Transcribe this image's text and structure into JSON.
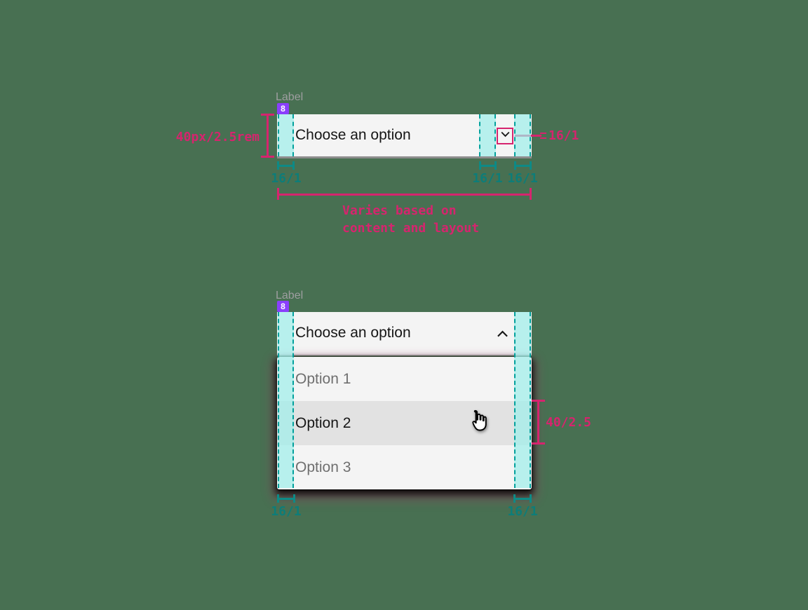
{
  "colors": {
    "background": "#487052",
    "magenta_annotation": "#d6246e",
    "teal_annotation": "#0d8a86",
    "teal_fill": "rgba(160,238,234,0.72)",
    "purple_badge": "#8a3ffc",
    "field_background": "#f4f4f4",
    "field_underline": "#8d8d8d",
    "text_primary": "#161616",
    "text_option": "#6f6f6f",
    "label_gray": "#9e9ea0",
    "selected_row_background": "#e2e2e2"
  },
  "icons": {
    "closed_field_icon": "chevron-down",
    "open_field_icon": "chevron-up",
    "pointer": "hand-cursor"
  },
  "closed_dropdown": {
    "label": "Label",
    "spacing_badge": "8",
    "value": "Choose an option",
    "height_annotation": "40px/2.5rem",
    "chevron_size_annotation": "16/1",
    "left_padding_annotation": "16/1",
    "icon_gap_annotation": "16/1",
    "right_padding_annotation": "16/1",
    "width_annotation_line1": "Varies based on",
    "width_annotation_line2": "content and layout"
  },
  "open_dropdown": {
    "label": "Label",
    "spacing_badge": "8",
    "value": "Choose an option",
    "options": [
      "Option 1",
      "Option 2",
      "Option 3"
    ],
    "selected_option": "Option 2",
    "row_height_annotation": "40/2.5",
    "left_padding_annotation": "16/1",
    "right_padding_annotation": "16/1"
  }
}
